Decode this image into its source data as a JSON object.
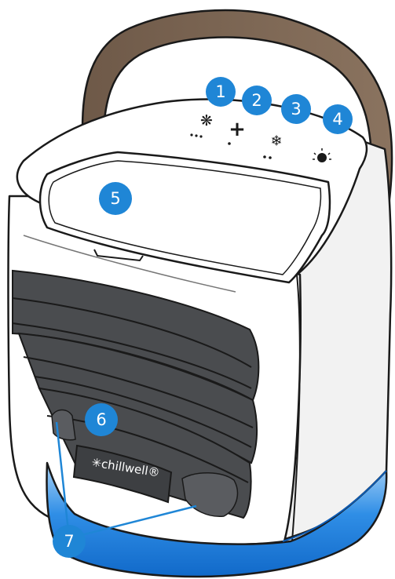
{
  "diagram": {
    "brand_text": "✳chillwell®",
    "colors": {
      "callout": "#1f86d6",
      "handle": "#7b6552",
      "body": "#ffffff",
      "outline": "#1a1a1a",
      "louver": "#4a4c4f",
      "base_glow": "#2f8ee6"
    },
    "control_icons": [
      "fan-icon",
      "plus-icon",
      "snowflake-icon",
      "light-icon"
    ],
    "callouts": [
      {
        "number": "1",
        "target": "fan-button"
      },
      {
        "number": "2",
        "target": "plus-button"
      },
      {
        "number": "3",
        "target": "cooling-button"
      },
      {
        "number": "4",
        "target": "light-button"
      },
      {
        "number": "5",
        "target": "water-tank-lid"
      },
      {
        "number": "6",
        "target": "front-louvers"
      },
      {
        "number": "7",
        "target": "side-lights"
      }
    ]
  }
}
